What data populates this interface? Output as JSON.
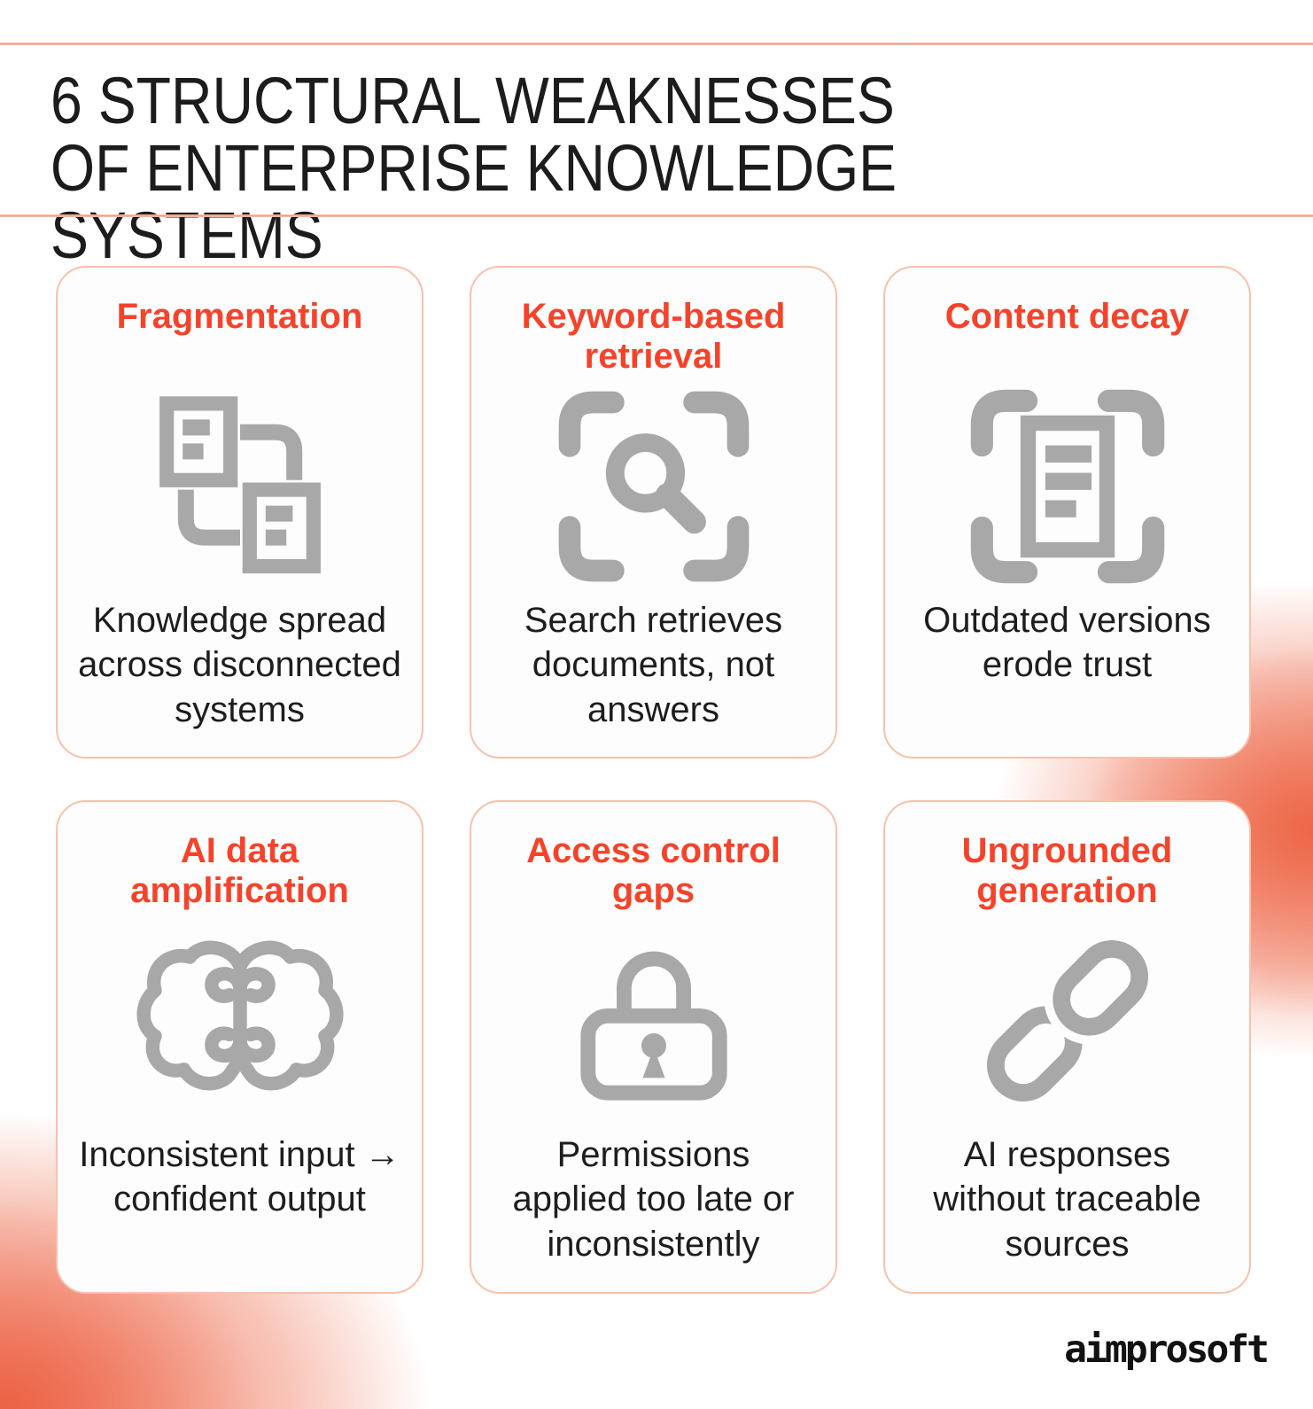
{
  "page": {
    "title_line1": "6 STRUCTURAL WEAKNESSES",
    "title_line2": "OF ENTERPRISE KNOWLEDGE SYSTEMS",
    "logo": "aimprosoft"
  },
  "colors": {
    "accent": "#F5432B",
    "icon_gray": "#A8A8A8",
    "card_border": "#F8C0AC",
    "rule_salmon": "#EB9C83",
    "gradient_blob": "#F0775A",
    "text_dark": "#1D1D1D"
  },
  "cards": [
    {
      "title": "Fragmentation",
      "icon": "disconnected-systems-icon",
      "caption": "Knowledge spread\nacross disconnected\nsystems"
    },
    {
      "title": "Keyword-based\nretrieval",
      "icon": "search-scan-icon",
      "caption": "Search retrieves\ndocuments, not\nanswers"
    },
    {
      "title": "Content decay",
      "icon": "document-scan-icon",
      "caption": "Outdated versions\nerode trust"
    },
    {
      "title": "AI data\namplification",
      "icon": "brain-icon",
      "caption": "Inconsistent input →\nconfident output"
    },
    {
      "title": "Access control\ngaps",
      "icon": "padlock-icon",
      "caption": "Permissions\napplied too late or\ninconsistently"
    },
    {
      "title": "Ungrounded\ngeneration",
      "icon": "chain-link-icon",
      "caption": "AI responses\nwithout traceable\nsources"
    }
  ]
}
